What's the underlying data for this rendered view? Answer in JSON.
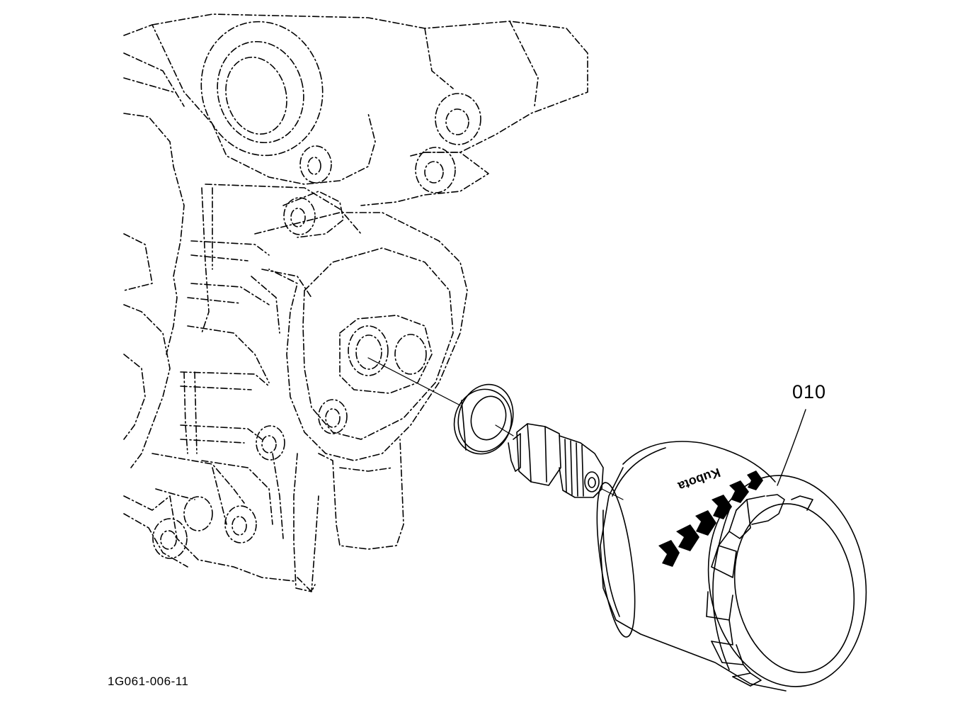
{
  "diagram": {
    "part_callout": "010",
    "figure_id": "1G061-006-11",
    "brand_mark": "Kubota",
    "colors": {
      "line": "#000000",
      "background": "#ffffff"
    }
  }
}
